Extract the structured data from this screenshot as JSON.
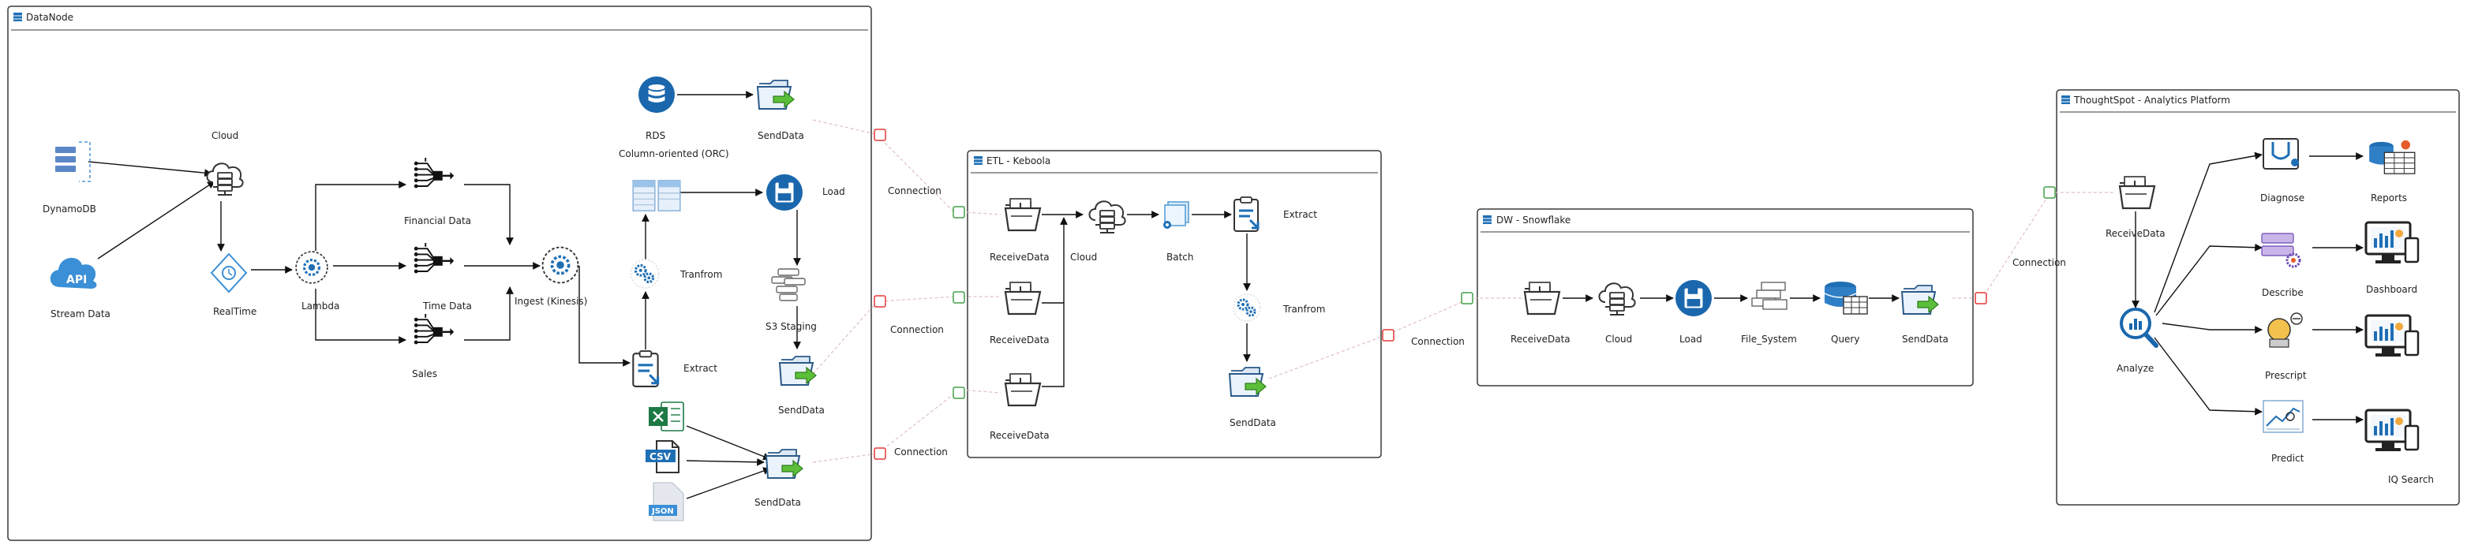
{
  "groups": {
    "datanode": "DataNode",
    "etl": "ETL - Keboola",
    "dw": "DW - Snowflake",
    "ts": "ThoughtSpot - Analytics Platform"
  },
  "nodes": {
    "dynamodb": "DynamoDB",
    "stream_data": "Stream Data",
    "cloud": "Cloud",
    "realtime": "RealTime",
    "lambda": "Lambda",
    "financial": "Financial Data",
    "time": "Time Data",
    "sales": "Sales",
    "ingest": "Ingest (Kinesis)",
    "rds": "RDS",
    "orc": "Column-oriented (ORC)",
    "tranfrom": "Tranfrom",
    "extract": "Extract",
    "senddata_rds": "SendData",
    "load": "Load",
    "s3": "S3 Staging",
    "senddata_s3": "SendData",
    "senddata_files": "SendData",
    "etl_receive1": "ReceiveData",
    "etl_receive2": "ReceiveData",
    "etl_receive3": "ReceiveData",
    "etl_cloud": "Cloud",
    "etl_batch": "Batch",
    "etl_extract": "Extract",
    "etl_tranfrom": "Tranfrom",
    "etl_senddata": "SendData",
    "dw_receive": "ReceiveData",
    "dw_cloud": "Cloud",
    "dw_load": "Load",
    "dw_fs": "File_System",
    "dw_query": "Query",
    "dw_senddata": "SendData",
    "ts_receive": "ReceiveData",
    "ts_analyze": "Analyze",
    "ts_diagnose": "Diagnose",
    "ts_describe": "Describe",
    "ts_prescript": "Prescript",
    "ts_predict": "Predict",
    "ts_reports": "Reports",
    "ts_dashboard": "Dashboard",
    "ts_iq": "IQ Search",
    "api_text": "API",
    "csv_text": "CSV",
    "json_text": "JSON"
  },
  "connections": {
    "c1": "Connection",
    "c2": "Connection",
    "c3": "Connection",
    "c4": "Connection",
    "c5": "Connection"
  },
  "colors": {
    "blue": "#1f6fb5",
    "light_blue": "#3b8fd6",
    "port_red": "#e53935",
    "port_green": "#43a047",
    "excel_green": "#1d7a45",
    "frame": "#3a3a3a"
  }
}
